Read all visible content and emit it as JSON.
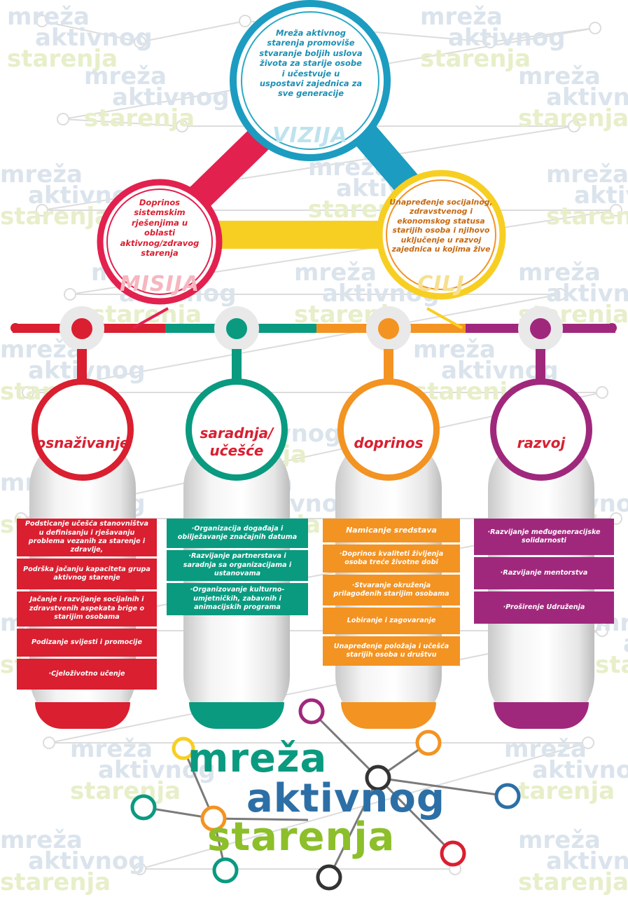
{
  "colors": {
    "red": "#d91f30",
    "teal": "#0a9a80",
    "orange": "#f39322",
    "purple": "#a0287c",
    "cyan": "#2aa9c4",
    "yellow": "#f7cf23",
    "pink": "#e2214f"
  },
  "top": {
    "vizija": {
      "text": "Mreža aktivnog starenja promoviše stvaranje boljih uslova života za starije osobe i učestvuje u uspostavi zajednica za sve generacije",
      "label": "VIZIJA"
    },
    "misija": {
      "text": "Doprinos sistemskim rješenjima u oblasti aktivnog/zdravog starenja",
      "label": "MISIJA"
    },
    "cilj": {
      "text": "Unapređenje socijalnog, zdravstvenog i ekonomskog statusa starijih osoba i njihovo uključenje u razvoj zajednica u kojima žive",
      "label": "CILJ"
    }
  },
  "columns": [
    {
      "title": "osnaživanje",
      "items": [
        "Podsticanje učešća stanovništva u definisanju i rješavanju problema vezanih za starenje i zdravlje,",
        "Podrška jačanju kapaciteta grupa aktivnog starenje",
        "Jačanje i razvijanje socijalnih i zdravstvenih aspekata brige o starijim osobama",
        "Podizanje svijesti i promocije",
        "·Cjeloživotno učenje"
      ]
    },
    {
      "title": "saradnja/ učešće",
      "items": [
        "·Organizacija događaja i obilježavanje značajnih datuma",
        "·Razvijanje partnerstava i saradnja sa organizacijama i ustanovama",
        "·Organizovanje kulturno-umjetničkih, zabavnih i animacijskih programa"
      ]
    },
    {
      "title": "doprinos",
      "items": [
        "Namicanje sredstava",
        "·Doprinos kvaliteti življenja osoba treće životne dobi",
        "·Stvaranje okruženja prilagođenih starijim osobama",
        "Lobiranje i zagovaranje",
        "Unapređenje položaja i učešća starijih osoba u društvu"
      ]
    },
    {
      "title": "razvoj",
      "items": [
        "·Razvijanje međugeneracijske solidarnosti",
        "·Razvijanje mentorstva",
        "·Proširenje Udruženja"
      ]
    }
  ],
  "watermark": [
    "mreža",
    "aktivnog",
    "starenja"
  ],
  "logo": {
    "line1": "mreža",
    "line2": "aktivnog",
    "line3": "starenja",
    "color1": "#0a9a80",
    "color2": "#2c6fa6",
    "color3": "#8cbf2a"
  }
}
